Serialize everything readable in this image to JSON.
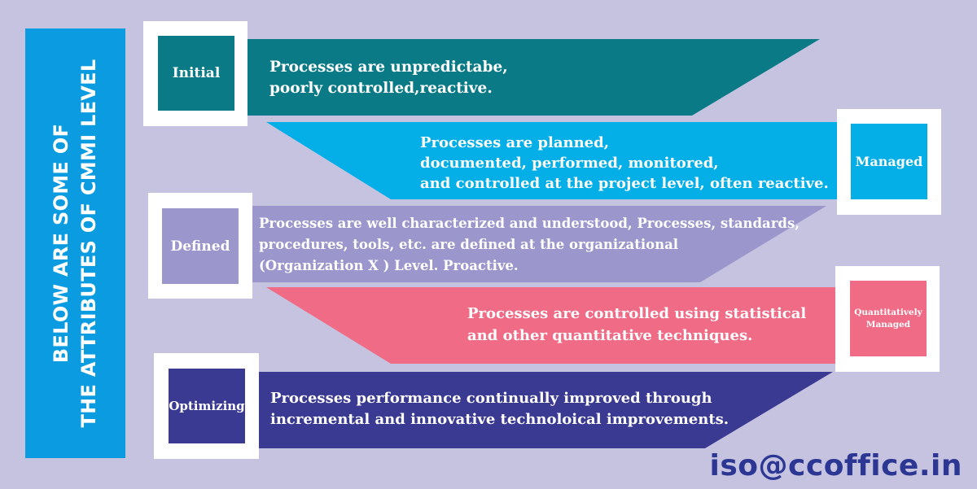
{
  "sidebar": {
    "line1": "BELOW ARE SOME OF",
    "line2": "THE ATTRIBUTES OF CMMI LEVEL"
  },
  "levels": [
    {
      "label": "Initial",
      "color": "#0a7a86",
      "lines": [
        "Processes are unpredictabe,",
        "poorly controlled,reactive."
      ]
    },
    {
      "label": "Managed",
      "color": "#04aee7",
      "lines": [
        "Processes are planned,",
        "documented, performed, monitored,",
        "and controlled at the project level, often reactive."
      ]
    },
    {
      "label": "Defined",
      "color": "#9b96cb",
      "lines": [
        "Processes are well characterized and understood, Processes, standards,",
        "procedures, tools, etc. are defined at the organizational",
        "(Organization X ) Level. Proactive."
      ]
    },
    {
      "label_line1": "Quantitatively",
      "label_line2": "Managed",
      "color": "#f06b86",
      "lines": [
        "Processes are controlled using statistical",
        "and other quantitative techniques."
      ]
    },
    {
      "label": "Optimizing",
      "color": "#3b3a92",
      "lines": [
        "Processes performance continually improved through",
        "incremental and innovative technoloical improvements."
      ]
    }
  ],
  "email": "iso@ccoffice.in",
  "colors": {
    "background": "#c6c3e1",
    "sidebar": "#0a9be0",
    "email": "#2c3794"
  }
}
